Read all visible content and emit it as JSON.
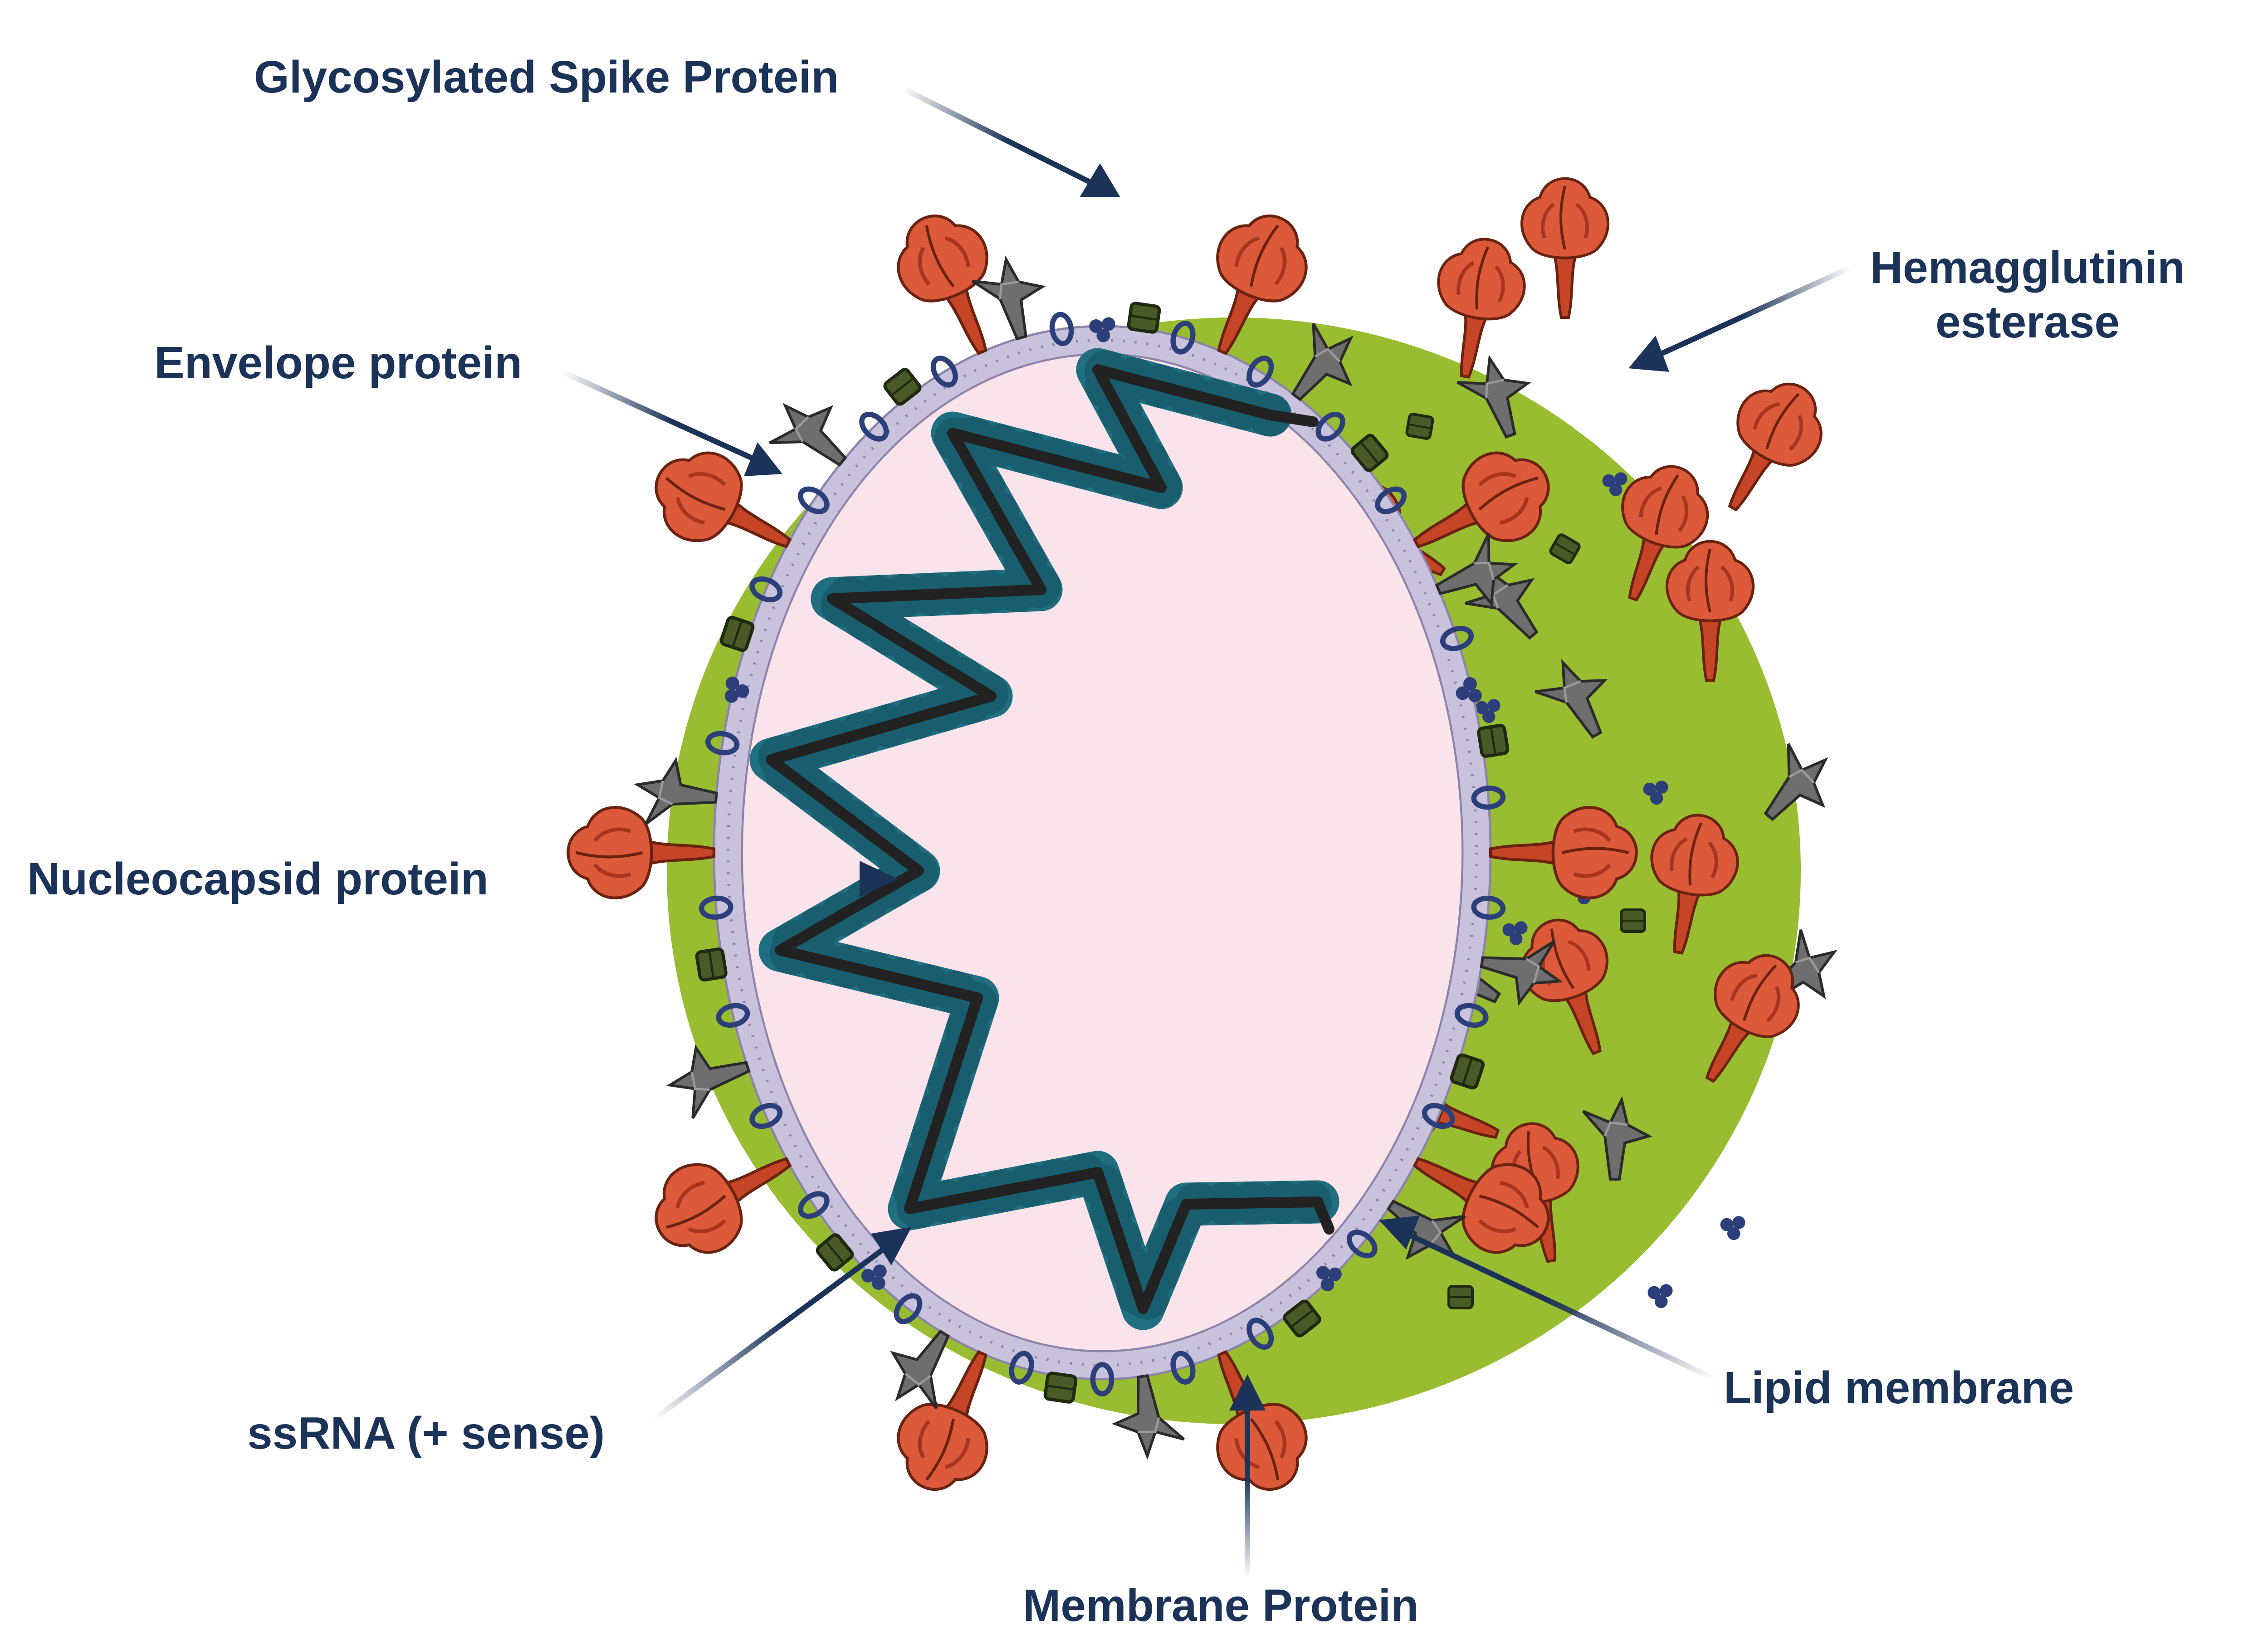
{
  "labels": {
    "spike": "Glycosylated Spike Protein",
    "hemagglutinin_line1": "Hemagglutinin",
    "hemagglutinin_line2": "esterase",
    "envelope": "Envelope protein",
    "nucleocapsid": "Nucleocapsid protein",
    "ssrna": "ssRNA (+ sense)",
    "membrane_protein": "Membrane Protein",
    "lipid": "Lipid membrane"
  },
  "colors": {
    "label_text": "#1c3359",
    "arrow": "#1c3359",
    "virion_surface": "#98bd30",
    "interior": "#fae3ea",
    "membrane_outline": "#9a8fb2",
    "spike_protein": "#dc5a3a",
    "spike_dark": "#a8361f",
    "hemagglutinin_esterase": "#6e6e6e",
    "envelope_protein": "#4a5a26",
    "membrane_protein": "#2d3f7a",
    "nucleocapsid": "#1f6f80",
    "rna": "#222222"
  },
  "icons": [
    "spike-protein-icon",
    "hemagglutinin-esterase-icon",
    "envelope-protein-icon",
    "membrane-protein-icon"
  ]
}
